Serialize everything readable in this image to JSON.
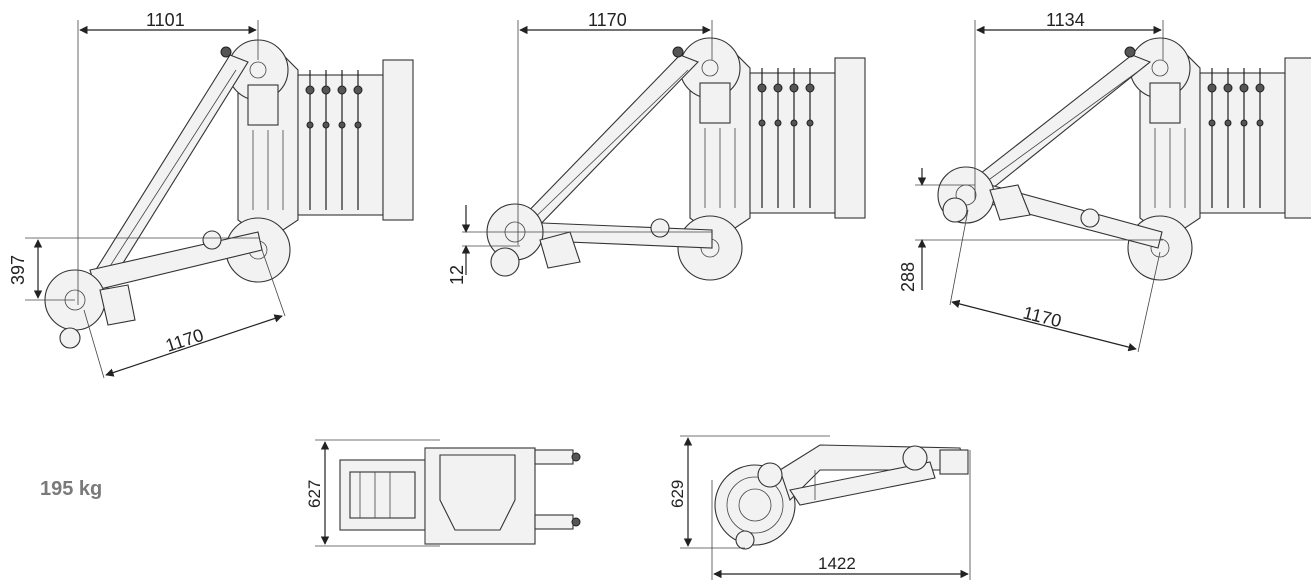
{
  "figures": {
    "view1": {
      "top_width": "1101",
      "side_height": "397",
      "arm_length": "1170"
    },
    "view2": {
      "top_width": "1170",
      "side_height": "12"
    },
    "view3": {
      "top_width": "1134",
      "side_height": "288",
      "arm_length": "1170"
    },
    "folded_top": {
      "height": "627"
    },
    "folded_side": {
      "height": "629",
      "length": "1422"
    }
  },
  "weight": "195 kg"
}
